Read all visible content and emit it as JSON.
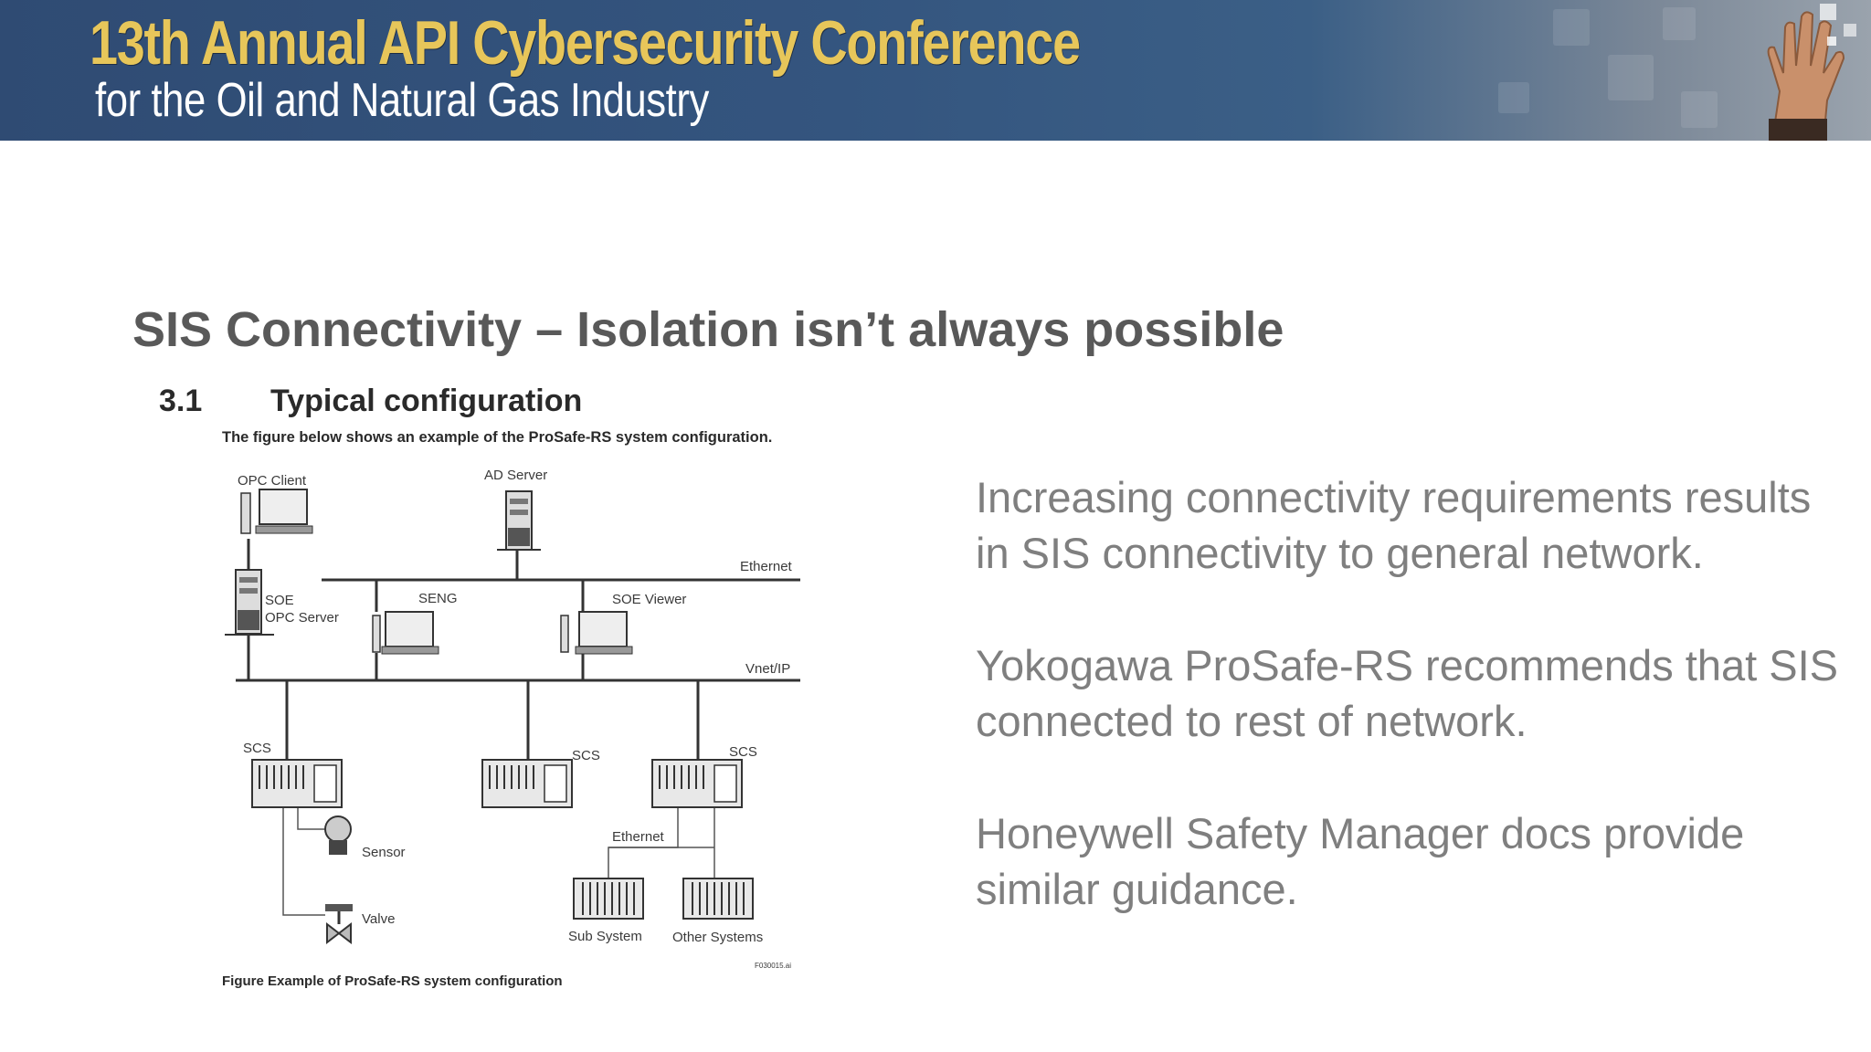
{
  "banner": {
    "title": "13th Annual API Cybersecurity Conference",
    "subtitle": "for the Oil and Natural Gas Industry"
  },
  "slide": {
    "title": "SIS Connectivity – Isolation isn’t always possible"
  },
  "figure": {
    "section_number": "3.1",
    "section_title": "Typical configuration",
    "intro": "The figure below shows an example of the ProSafe-RS system configuration.",
    "labels": {
      "opc_client": "OPC Client",
      "ad_server": "AD Server",
      "ethernet_top": "Ethernet",
      "soe": "SOE",
      "opc_server": "OPC Server",
      "seng": "SENG",
      "soe_viewer": "SOE Viewer",
      "vnet": "Vnet/IP",
      "scs_1": "SCS",
      "scs_2": "SCS",
      "scs_3": "SCS",
      "sensor": "Sensor",
      "valve": "Valve",
      "ethernet_bottom": "Ethernet",
      "sub_system": "Sub System",
      "other_systems": "Other Systems",
      "fig_id": "F030015.ai"
    },
    "caption": "Figure    Example of ProSafe-RS system configuration"
  },
  "body": {
    "paragraphs": [
      "Increasing connectivity requirements results in SIS connectivity to general network.",
      "Yokogawa ProSafe-RS recommends that SIS connected to rest of network.",
      "Honeywell Safety Manager docs provide similar guidance."
    ]
  }
}
